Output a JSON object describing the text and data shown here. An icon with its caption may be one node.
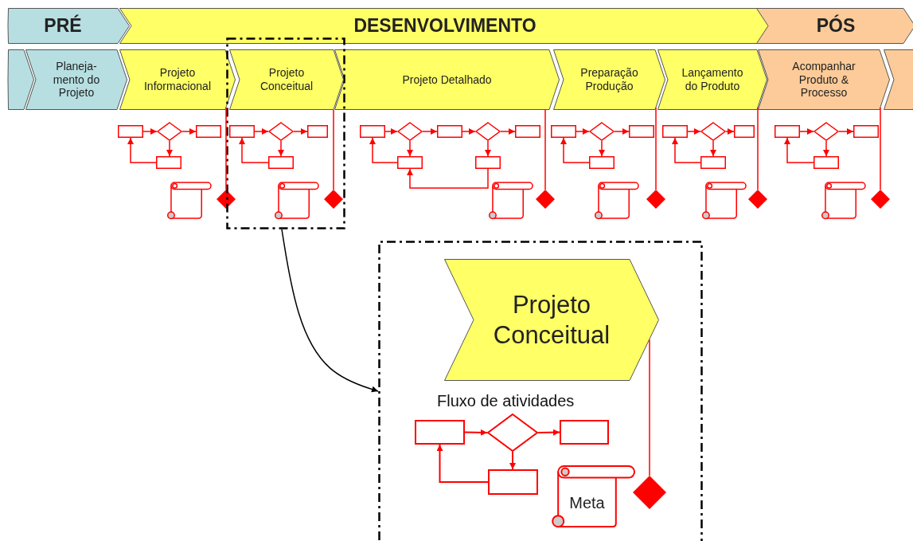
{
  "diagram": {
    "nodes": [
      {
        "text": [
          "PRÉ"
        ]
      },
      {
        "text": [
          "DESENVOLVIMENTO"
        ]
      },
      {
        "text": [
          "PÓS"
        ]
      },
      {
        "text": [],
        "shape": "frame"
      },
      {
        "text": [],
        "shape": "chevron"
      },
      {
        "text": [
          "Planeja- mento do Projeto"
        ]
      },
      {
        "text": [
          "Projeto Informacional"
        ]
      },
      {
        "text": [
          "Projeto Conceitual"
        ],
        "in": 3
      },
      {
        "text": [
          "Projeto Detalhado"
        ]
      },
      {
        "text": [
          "Preparação Produção"
        ]
      },
      {
        "text": [
          "Lançamento do Produto"
        ]
      },
      {
        "text": [
          "Acompanhar Produto & Processo"
        ]
      },
      {
        "text": [],
        "shape": "chevron"
      },
      {
        "text": [],
        "shape": "box"
      },
      {
        "text": [],
        "shape": "diamond"
      },
      {
        "text": [],
        "shape": "box"
      },
      {
        "text": [],
        "shape": "box"
      },
      {
        "text": [],
        "shape": "scroll"
      },
      {
        "text": [],
        "shape": "milestone"
      },
      {
        "text": [],
        "shape": "box",
        "in": 3
      },
      {
        "text": [],
        "shape": "diamond",
        "in": 3
      },
      {
        "text": [],
        "shape": "box",
        "in": 3
      },
      {
        "text": [],
        "shape": "box",
        "in": 3
      },
      {
        "text": [],
        "shape": "scroll",
        "in": 3
      },
      {
        "text": [],
        "shape": "milestone",
        "in": 3
      },
      {
        "text": [],
        "shape": "box"
      },
      {
        "text": [],
        "shape": "diamond"
      },
      {
        "text": [],
        "shape": "box"
      },
      {
        "text": [],
        "shape": "diamond"
      },
      {
        "text": [],
        "shape": "box"
      },
      {
        "text": [],
        "shape": "box"
      },
      {
        "text": [],
        "shape": "box"
      },
      {
        "text": [],
        "shape": "scroll"
      },
      {
        "text": [],
        "shape": "milestone"
      },
      {
        "text": [],
        "shape": "box"
      },
      {
        "text": [],
        "shape": "diamond"
      },
      {
        "text": [],
        "shape": "box"
      },
      {
        "text": [],
        "shape": "box"
      },
      {
        "text": [],
        "shape": "scroll"
      },
      {
        "text": [],
        "shape": "milestone"
      },
      {
        "text": [],
        "shape": "box"
      },
      {
        "text": [],
        "shape": "diamond"
      },
      {
        "text": [],
        "shape": "box"
      },
      {
        "text": [],
        "shape": "box"
      },
      {
        "text": [],
        "shape": "scroll"
      },
      {
        "text": [],
        "shape": "milestone"
      },
      {
        "text": [],
        "shape": "box"
      },
      {
        "text": [],
        "shape": "diamond"
      },
      {
        "text": [],
        "shape": "box"
      },
      {
        "text": [],
        "shape": "box"
      },
      {
        "text": [],
        "shape": "scroll"
      },
      {
        "text": [],
        "shape": "milestone"
      },
      {
        "text": [],
        "shape": "frame"
      },
      {
        "text": [
          "Projeto Conceitual"
        ],
        "in": 52
      },
      {
        "text": [],
        "shape": "box",
        "in": 52
      },
      {
        "text": [],
        "shape": "diamond",
        "in": 52
      },
      {
        "text": [],
        "shape": "box",
        "in": 52
      },
      {
        "text": [],
        "shape": "box",
        "in": 52
      },
      {
        "text": [
          "Meta"
        ],
        "in": 52
      },
      {
        "text": [],
        "shape": "milestone",
        "in": 52
      }
    ],
    "edges": [
      {
        "from": 13,
        "to": 14,
        "arrow": "to"
      },
      {
        "from": 14,
        "to": 15,
        "arrow": "to"
      },
      {
        "from": 14,
        "to": 16,
        "arrow": "to"
      },
      {
        "from": 16,
        "to": 13,
        "arrow": "to"
      },
      {
        "from": 6,
        "to": 18,
        "arrow": "none"
      },
      {
        "from": 19,
        "to": 20,
        "arrow": "to"
      },
      {
        "from": 20,
        "to": 21,
        "arrow": "to"
      },
      {
        "from": 20,
        "to": 22,
        "arrow": "to"
      },
      {
        "from": 22,
        "to": 19,
        "arrow": "to"
      },
      {
        "from": 7,
        "to": 24,
        "arrow": "none"
      },
      {
        "from": 25,
        "to": 26,
        "arrow": "to"
      },
      {
        "from": 26,
        "to": 27,
        "arrow": "to"
      },
      {
        "from": 27,
        "to": 28,
        "arrow": "to"
      },
      {
        "from": 28,
        "to": 29,
        "arrow": "to"
      },
      {
        "from": 26,
        "to": 30,
        "arrow": "to"
      },
      {
        "from": 28,
        "to": 31,
        "arrow": "to"
      },
      {
        "from": 30,
        "to": 25,
        "arrow": "to"
      },
      {
        "from": 31,
        "to": 30,
        "arrow": "to"
      },
      {
        "from": 8,
        "to": 33,
        "arrow": "none"
      },
      {
        "from": 34,
        "to": 35,
        "arrow": "to"
      },
      {
        "from": 35,
        "to": 36,
        "arrow": "to"
      },
      {
        "from": 35,
        "to": 37,
        "arrow": "to"
      },
      {
        "from": 37,
        "to": 34,
        "arrow": "to"
      },
      {
        "from": 9,
        "to": 39,
        "arrow": "none"
      },
      {
        "from": 40,
        "to": 41,
        "arrow": "to"
      },
      {
        "from": 41,
        "to": 42,
        "arrow": "to"
      },
      {
        "from": 41,
        "to": 43,
        "arrow": "to"
      },
      {
        "from": 43,
        "to": 40,
        "arrow": "to"
      },
      {
        "from": 10,
        "to": 45,
        "arrow": "none"
      },
      {
        "from": 46,
        "to": 47,
        "arrow": "to"
      },
      {
        "from": 47,
        "to": 48,
        "arrow": "to"
      },
      {
        "from": 47,
        "to": 49,
        "arrow": "to"
      },
      {
        "from": 49,
        "to": 46,
        "arrow": "to"
      },
      {
        "from": 11,
        "to": 51,
        "arrow": "none"
      },
      {
        "from": 3,
        "to": 52,
        "arrow": "to",
        "color": "#000000"
      },
      {
        "from": 53,
        "to": 59,
        "arrow": "none"
      },
      {
        "from": 54,
        "to": 55,
        "arrow": "to"
      },
      {
        "from": 55,
        "to": 56,
        "arrow": "to"
      },
      {
        "from": 55,
        "to": 57,
        "arrow": "to"
      },
      {
        "from": 57,
        "to": 54,
        "arrow": "to"
      }
    ],
    "labels": [
      "Fluxo de atividades"
    ]
  }
}
